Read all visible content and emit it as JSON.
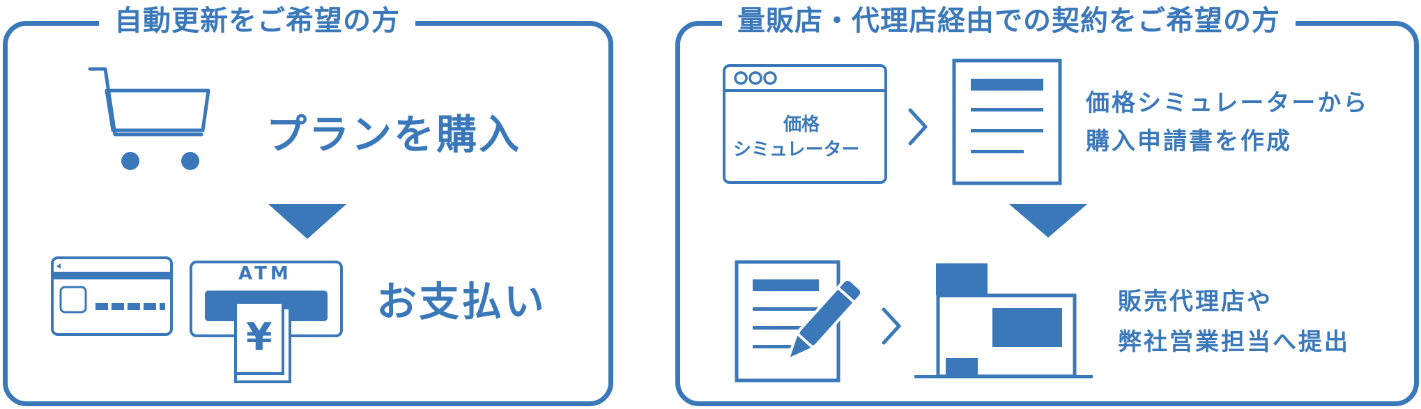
{
  "colors": {
    "accent": "#3a78b9",
    "background": "#ffffff"
  },
  "left_panel": {
    "title": "自動更新をご希望の方",
    "step1": {
      "icon": "shopping-cart-icon",
      "label": "プランを購入"
    },
    "step2": {
      "icons": [
        "credit-card-icon",
        "atm-icon"
      ],
      "atm_label": "ATM",
      "yen_symbol": "¥",
      "label": "お支払い"
    }
  },
  "right_panel": {
    "title": "量販店・代理店経由での契約をご希望の方",
    "step1": {
      "simulator_window": {
        "line1": "価格",
        "line2": "シミュレーター"
      },
      "label_line1": "価格シミュレーターから",
      "label_line2": "購入申請書を作成"
    },
    "step2": {
      "icons": [
        "document-pen-icon",
        "store-building-icon"
      ],
      "label_line1": "販売代理店や",
      "label_line2": "弊社営業担当へ提出"
    }
  }
}
